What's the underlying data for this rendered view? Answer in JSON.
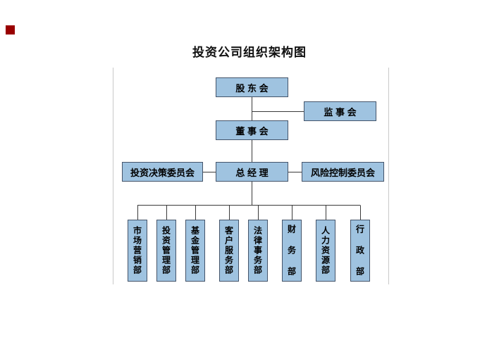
{
  "title": "投资公司组织架构图",
  "colors": {
    "box_fill": "#9fc3e0",
    "box_border": "#44546a",
    "line_color": "#3a3a3a",
    "marker_color": "#990000"
  },
  "nodes": {
    "shareholders": "股 东 会",
    "supervisory": "监 事 会",
    "board": "董 事 会",
    "investment_committee": "投资决策委员会",
    "general_manager": "总 经 理",
    "risk_committee": "风险控制委员会"
  },
  "departments": [
    "市场营销部",
    "投资管理部",
    "基金管理部",
    "客户服务部",
    "法律事务部",
    "财 务 部",
    "人力资源部",
    "行 政 部"
  ],
  "chart_data": {
    "type": "org-chart",
    "title": "投资公司组织架构图",
    "hierarchy": {
      "root": "股东会",
      "children": [
        {
          "name": "监事会",
          "relation": "side"
        },
        {
          "name": "董事会",
          "children": [
            {
              "name": "总经理",
              "side_left": "投资决策委员会",
              "side_right": "风险控制委员会",
              "children": [
                "市场营销部",
                "投资管理部",
                "基金管理部",
                "客户服务部",
                "法律事务部",
                "财务部",
                "人力资源部",
                "行政部"
              ]
            }
          ]
        }
      ]
    }
  }
}
